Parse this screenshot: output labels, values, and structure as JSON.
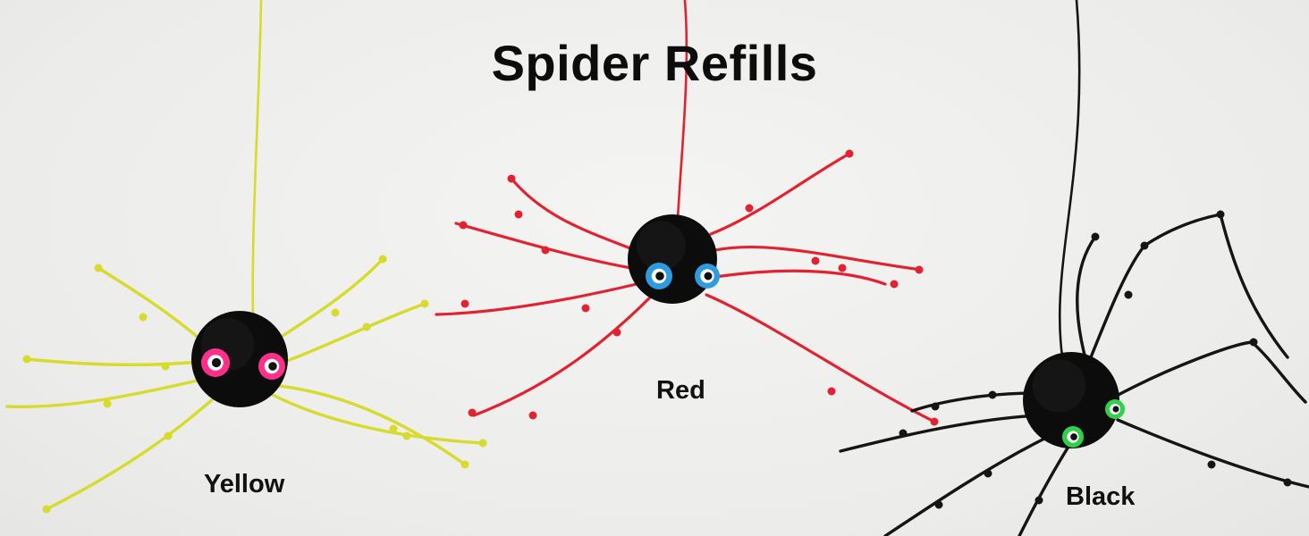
{
  "title": "Spider Refills",
  "spiders": [
    {
      "label": "Yellow",
      "leg_color": "#d6db2c",
      "body_color": "#0c0c0c",
      "eye_color": "#ff2f8c"
    },
    {
      "label": "Red",
      "leg_color": "#e22131",
      "body_color": "#0c0c0c",
      "eye_color": "#2e9be0"
    },
    {
      "label": "Black",
      "leg_color": "#151515",
      "body_color": "#0c0c0c",
      "eye_color": "#2fd04a"
    }
  ],
  "background_color": "#efefed"
}
